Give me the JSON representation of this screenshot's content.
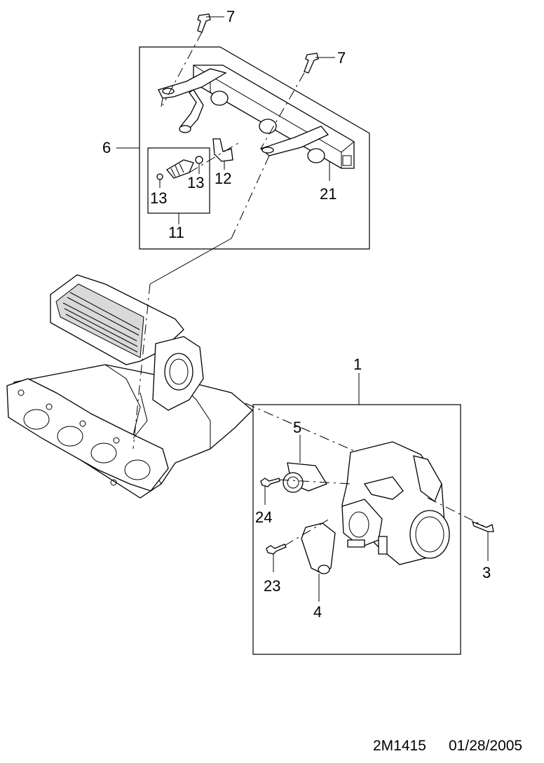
{
  "callouts": {
    "c1": "1",
    "c3": "3",
    "c4": "4",
    "c5": "5",
    "c6": "6",
    "c7a": "7",
    "c7b": "7",
    "c11": "11",
    "c12": "12",
    "c13a": "13",
    "c13b": "13",
    "c21": "21",
    "c23": "23",
    "c24": "24"
  },
  "footer": {
    "code": "2M1415",
    "date": "01/28/2005"
  }
}
